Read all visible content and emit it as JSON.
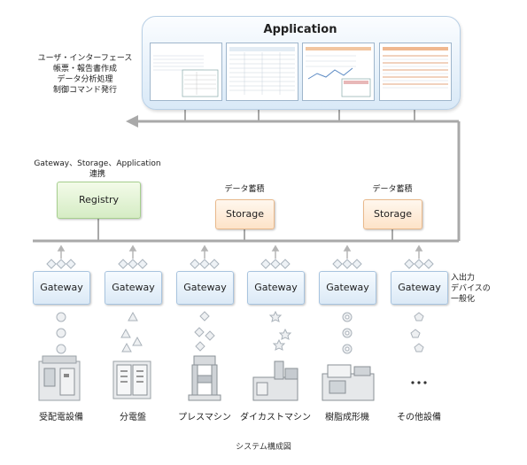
{
  "application": {
    "title": "Application",
    "screens": [
      "report-screen-1",
      "report-screen-2",
      "report-screen-3",
      "report-screen-4"
    ]
  },
  "ui_note": [
    "ユーザ・インターフェース",
    "帳票・報告書作成",
    "データ分析処理",
    "制御コマンド発行"
  ],
  "registry": {
    "note": [
      "Gateway、Storage、Application",
      "連携"
    ],
    "label": "Registry"
  },
  "storages": [
    {
      "note": "データ蓄積",
      "label": "Storage"
    },
    {
      "note": "データ蓄積",
      "label": "Storage"
    }
  ],
  "gateways": [
    "Gateway",
    "Gateway",
    "Gateway",
    "Gateway",
    "Gateway",
    "Gateway"
  ],
  "io_note": [
    "入出力",
    "デバイスの",
    "一般化"
  ],
  "equipment": [
    {
      "label": "受配電設備",
      "icon": "switchgear-icon",
      "device_shape": "circle"
    },
    {
      "label": "分電盤",
      "icon": "distribution-board-icon",
      "device_shape": "triangle"
    },
    {
      "label": "プレスマシン",
      "icon": "press-machine-icon",
      "device_shape": "diamond"
    },
    {
      "label": "ダイカストマシン",
      "icon": "die-casting-machine-icon",
      "device_shape": "star"
    },
    {
      "label": "樹脂成形機",
      "icon": "injection-molding-machine-icon",
      "device_shape": "ring"
    },
    {
      "label": "その他設備",
      "icon": "ellipsis-icon",
      "device_shape": "pentagon"
    }
  ],
  "caption": "システム構成図",
  "colors": {
    "line": "#a9a9a9",
    "app_panel": "#d9e9f7",
    "registry": "#d5ecc4",
    "storage": "#fde3c8",
    "gateway": "#dbe9f6"
  }
}
